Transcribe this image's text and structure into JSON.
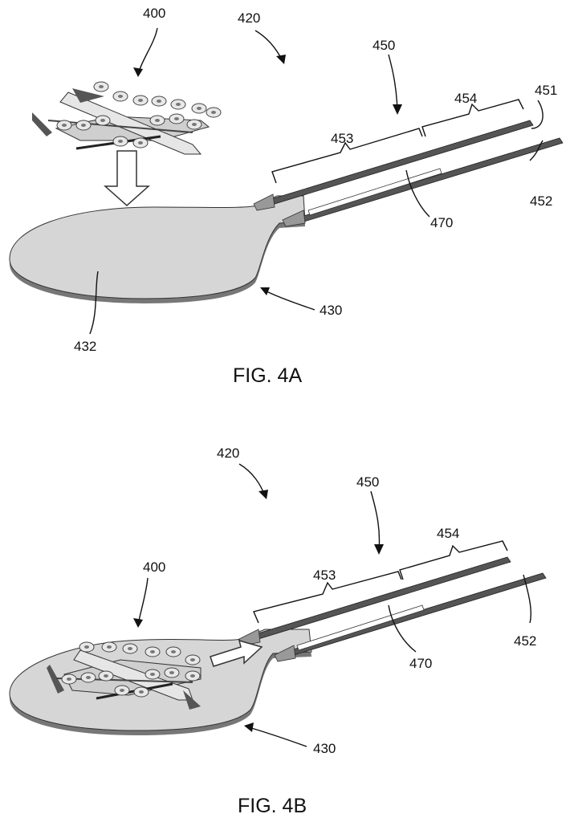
{
  "figures": [
    {
      "caption": "FIG. 4A",
      "labels": {
        "aircraft": "400",
        "system": "420",
        "platform": "430",
        "pad": "432",
        "rail_assembly": "450",
        "rail_451": "451",
        "rail_452": "452",
        "section_453": "453",
        "section_454": "454",
        "element_470": "470"
      }
    },
    {
      "caption": "FIG. 4B",
      "labels": {
        "aircraft": "400",
        "system": "420",
        "platform": "430",
        "rail_assembly": "450",
        "rail_452": "452",
        "section_453": "453",
        "section_454": "454",
        "element_470": "470"
      }
    }
  ],
  "colors": {
    "surface": "#d6d6d6",
    "rail": "#555555",
    "line": "#111111"
  }
}
